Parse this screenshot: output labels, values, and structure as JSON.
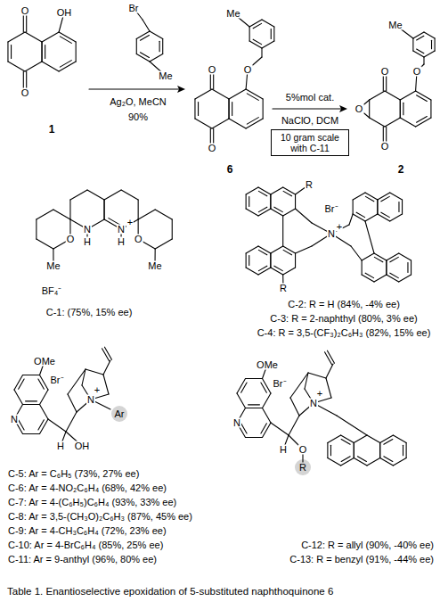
{
  "diagram": {
    "caption": "Table 1. Enantioselective epoxidation of 5-substituted naphthoquinone 6",
    "nodes": [
      {
        "text": [
          "10 gram scale with C-11"
        ]
      }
    ],
    "labels": [
      "O",
      "OH",
      "O",
      "1",
      "Br",
      "Me",
      "Ag₂O, MeCN",
      "90%",
      "Me",
      "O",
      "O",
      "O",
      "6",
      "5%mol cat.",
      "NaClO, DCM",
      "Me",
      "O",
      "O",
      "O",
      "O",
      "2",
      "N",
      "H",
      "N",
      "H",
      "+",
      "O",
      "O",
      "Me",
      "Me",
      "BF₄⁻",
      "C-1: (75%, 15% ee)",
      "R",
      "Br⁻",
      "N",
      "+",
      "R",
      "C-2: R = H (84%, -4% ee)",
      "C-3: R = 2-naphthyl (80%, 3% ee)",
      "C-4: R = 3,5-(CF₃)₂C₆H₃ (82%, 15% ee)",
      "OMe",
      "Br⁻",
      "N",
      "+",
      "N",
      "H",
      "OH",
      "Ar",
      "C-5: Ar = C₆H₅ (73%, 27% ee)",
      "C-6: Ar = 4-NO₂C₆H₄ (68%, 42% ee)",
      "C-7: Ar = 4-(C₆H₅)C₆H₄ (93%, 33% ee)",
      "C-8: Ar = 3,5-(CH₃O)₂C₆H₃ (87%, 45% ee)",
      "C-9: Ar = 4-CH₃C₆H₄ (72%, 23% ee)",
      "C-10: Ar = 4-BrC₆H₄ (85%, 25% ee)",
      "C-11: Ar = 9-anthyl (96%, 80% ee)",
      "OMe",
      "Br⁻",
      "N",
      "+",
      "N",
      "H",
      "O",
      "R",
      "C-12: R = allyl (90%, -40% ee)",
      "C-13: R = benzyl (91%, -44% ee)"
    ]
  }
}
